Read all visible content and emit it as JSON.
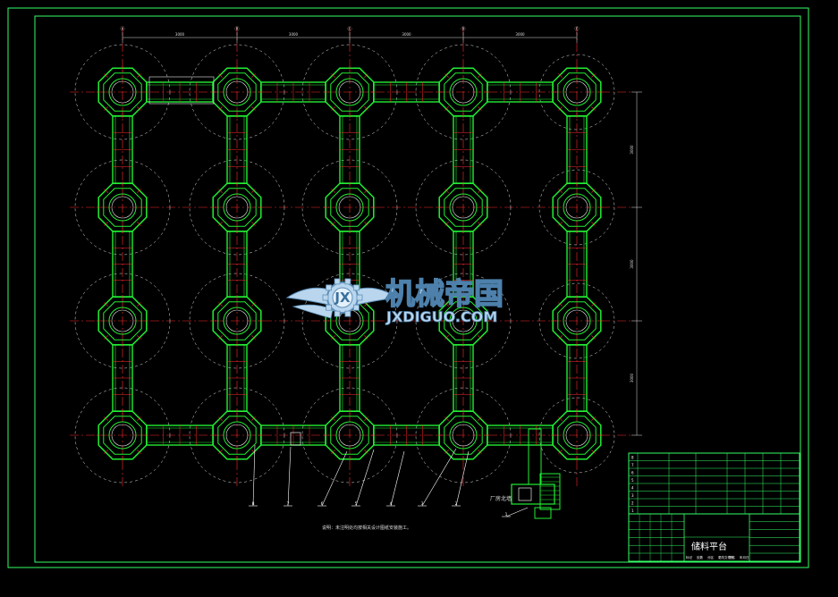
{
  "colors": {
    "background": "#000000",
    "border": "#33ff66",
    "structure": "#22ee33",
    "centerline": "#ff2a2a",
    "dashed": "#e8e8e8",
    "dimension": "#dddddd",
    "leader": "#ffffff",
    "watermark_fill": "#b9d6ee",
    "watermark_stroke": "#5e8fb8"
  },
  "grid": {
    "columns": 5,
    "rows": 4
  },
  "dimensions": {
    "top": [
      "3000",
      "3000",
      "3000",
      "3000"
    ],
    "right": [
      "3000",
      "3000",
      "3000"
    ]
  },
  "column_tags": [
    "Ⓐ",
    "Ⓑ",
    "Ⓒ",
    "Ⓓ",
    "Ⓔ"
  ],
  "part_labels": [
    "8",
    "7",
    "6",
    "5",
    "4",
    "3",
    "2",
    "1"
  ],
  "side_label": "厂房北墙",
  "note": "说明：未注明处均按相关设计图纸安装施工。",
  "watermark": {
    "cn": "机械帝国",
    "en": "JXDIGUO.COM",
    "badge": "JX"
  },
  "title_block": {
    "drawing_name": "储料平台",
    "rev_rows": [
      "8",
      "7",
      "6",
      "5",
      "4",
      "3",
      "2",
      "1"
    ],
    "footer": [
      "标记",
      "处数",
      "分区",
      "更改文件号",
      "签名",
      "年月日"
    ]
  }
}
